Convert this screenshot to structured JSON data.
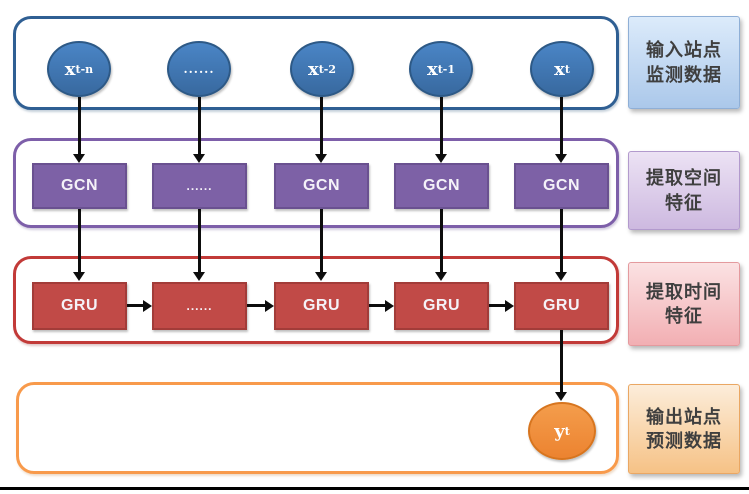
{
  "diagram": {
    "rows": {
      "input": {
        "side_label": {
          "line1": "输入站点",
          "line2": "监测数据"
        },
        "nodes": [
          {
            "base": "x",
            "sub": "t-n"
          },
          {
            "base": "......",
            "sub": ""
          },
          {
            "base": "x",
            "sub": "t-2"
          },
          {
            "base": "x",
            "sub": "t-1"
          },
          {
            "base": "x",
            "sub": "t"
          }
        ]
      },
      "gcn": {
        "side_label": {
          "line1": "提取空间",
          "line2": "特征"
        },
        "nodes": [
          {
            "label": "GCN"
          },
          {
            "label": "......"
          },
          {
            "label": "GCN"
          },
          {
            "label": "GCN"
          },
          {
            "label": "GCN"
          }
        ]
      },
      "gru": {
        "side_label": {
          "line1": "提取时间",
          "line2": "特征"
        },
        "nodes": [
          {
            "label": "GRU"
          },
          {
            "label": "......"
          },
          {
            "label": "GRU"
          },
          {
            "label": "GRU"
          },
          {
            "label": "GRU"
          }
        ]
      },
      "output": {
        "side_label": {
          "line1": "输出站点",
          "line2": "预测数据"
        },
        "node": {
          "base": "y",
          "sub": "t"
        }
      }
    },
    "colors": {
      "input_node_blue": "#3e78b8",
      "gcn_purple": "#7d61a6",
      "gru_red": "#c14a47",
      "output_orange": "#ef8d3a",
      "frame_blue": "#2f5f93",
      "frame_purple": "#7d5fa9",
      "frame_red": "#c23a38",
      "frame_orange": "#f89a4b",
      "label_blue_bg": "#b9d2ee",
      "label_purple_bg": "#d4c2e4",
      "label_pink_bg": "#f5babd",
      "label_orange_bg": "#f9d3a2",
      "arrow_black": "#0d0d0d"
    }
  }
}
